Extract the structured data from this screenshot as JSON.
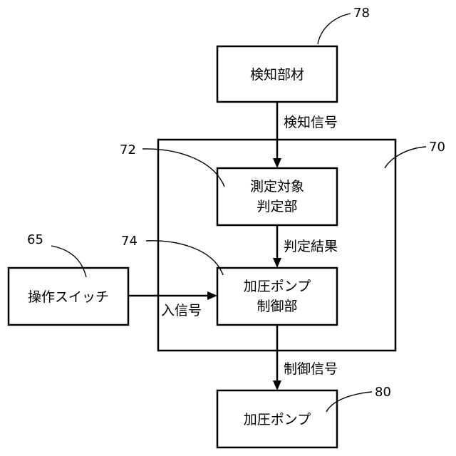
{
  "blocks": {
    "detection_member": {
      "label": "検知部材",
      "ref": "78"
    },
    "control_unit": {
      "ref": "70"
    },
    "judgment_unit": {
      "line1": "測定対象",
      "line2": "判定部",
      "ref": "72"
    },
    "pump_controller": {
      "line1": "加圧ポンプ",
      "line2": "制御部",
      "ref": "74"
    },
    "operation_switch": {
      "label": "操作スイッチ",
      "ref": "65"
    },
    "pressure_pump": {
      "label": "加圧ポンプ",
      "ref": "80"
    }
  },
  "signals": {
    "detection_signal": "検知信号",
    "judgment_result": "判定結果",
    "input_signal": "入信号",
    "control_signal": "制御信号"
  }
}
